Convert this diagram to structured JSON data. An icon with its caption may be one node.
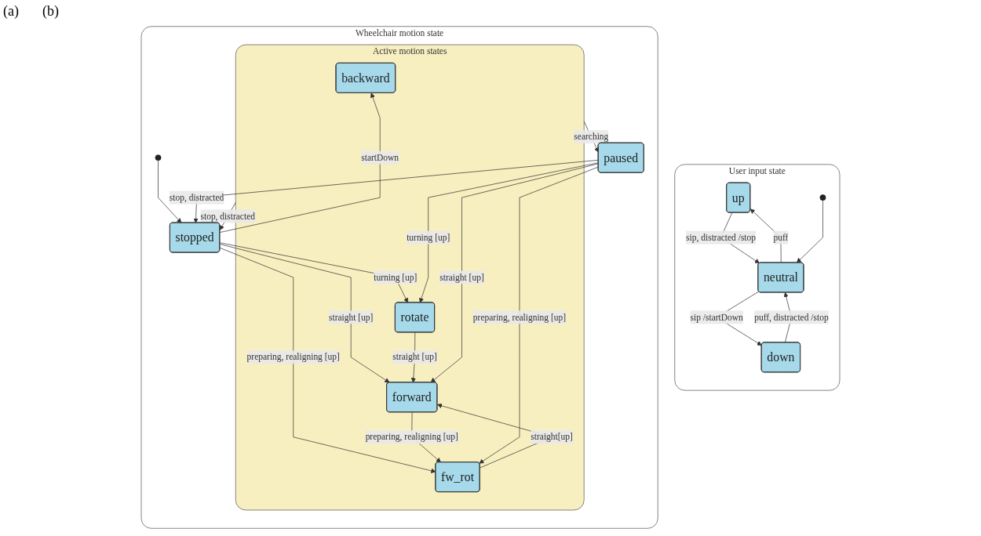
{
  "diagram": {
    "nodes": [
      {
        "text": [
          "User input state"
        ]
      },
      {
        "text": [
          "up"
        ],
        "in": 0
      },
      {
        "text": [
          "neutral"
        ],
        "in": 0
      },
      {
        "text": [
          "down"
        ],
        "in": 0
      },
      {
        "text": [],
        "shape": "circle",
        "in": 0
      },
      {
        "text": [
          "Wheelchair motion state"
        ]
      },
      {
        "text": [
          "Active motion states"
        ],
        "in": 5
      },
      {
        "text": [
          "backward"
        ],
        "in": 6
      },
      {
        "text": [
          "rotate"
        ],
        "in": 6
      },
      {
        "text": [
          "stopped"
        ],
        "in": 5
      },
      {
        "text": [],
        "shape": "circle",
        "in": 5
      },
      {
        "text": [
          "forward"
        ],
        "in": 6
      },
      {
        "text": [
          "paused"
        ],
        "in": 5
      },
      {
        "text": [
          "fw_rot"
        ],
        "in": 6
      }
    ],
    "edges": [
      {
        "from": 2,
        "to": 1,
        "arrow": "to",
        "label": "puff"
      },
      {
        "from": 1,
        "to": 2,
        "arrow": "to",
        "label": "sip, distracted /stop"
      },
      {
        "from": 4,
        "to": 2,
        "arrow": "to"
      },
      {
        "from": 2,
        "to": 3,
        "arrow": "to",
        "label": "sip /startDown"
      },
      {
        "from": 3,
        "to": 2,
        "arrow": "to",
        "label": "puff, distracted /stop"
      },
      {
        "from": 9,
        "to": 7,
        "arrow": "to",
        "label": "startDown"
      },
      {
        "from": 6,
        "to": 9,
        "arrow": "to",
        "label": "stop, distracted"
      },
      {
        "from": 10,
        "to": 9,
        "arrow": "to"
      },
      {
        "from": 9,
        "to": 8,
        "arrow": "to",
        "label": "turning [up]"
      },
      {
        "from": 9,
        "to": 13,
        "arrow": "to",
        "label": "preparing, realigning [up]"
      },
      {
        "from": 9,
        "to": 11,
        "arrow": "to",
        "label": "straight [up]"
      },
      {
        "from": 8,
        "to": 11,
        "arrow": "to",
        "label": "straight [up]"
      },
      {
        "from": 11,
        "to": 13,
        "arrow": "to",
        "label": "preparing, realigning [up]"
      },
      {
        "from": 12,
        "to": 9,
        "arrow": "to",
        "label": "stop, distracted"
      },
      {
        "from": 12,
        "to": 11,
        "arrow": "to",
        "label": "straight [up]"
      },
      {
        "from": 12,
        "to": 8,
        "arrow": "to",
        "label": "turning [up]"
      },
      {
        "from": 13,
        "to": 11,
        "arrow": "to",
        "label": "straight[up]"
      },
      {
        "from": 12,
        "to": 13,
        "arrow": "to",
        "label": "preparing, realigning [up]"
      },
      {
        "from": 6,
        "to": 12,
        "arrow": "to",
        "label": "searching"
      }
    ],
    "labels": [
      "(a)",
      "(b)"
    ]
  }
}
